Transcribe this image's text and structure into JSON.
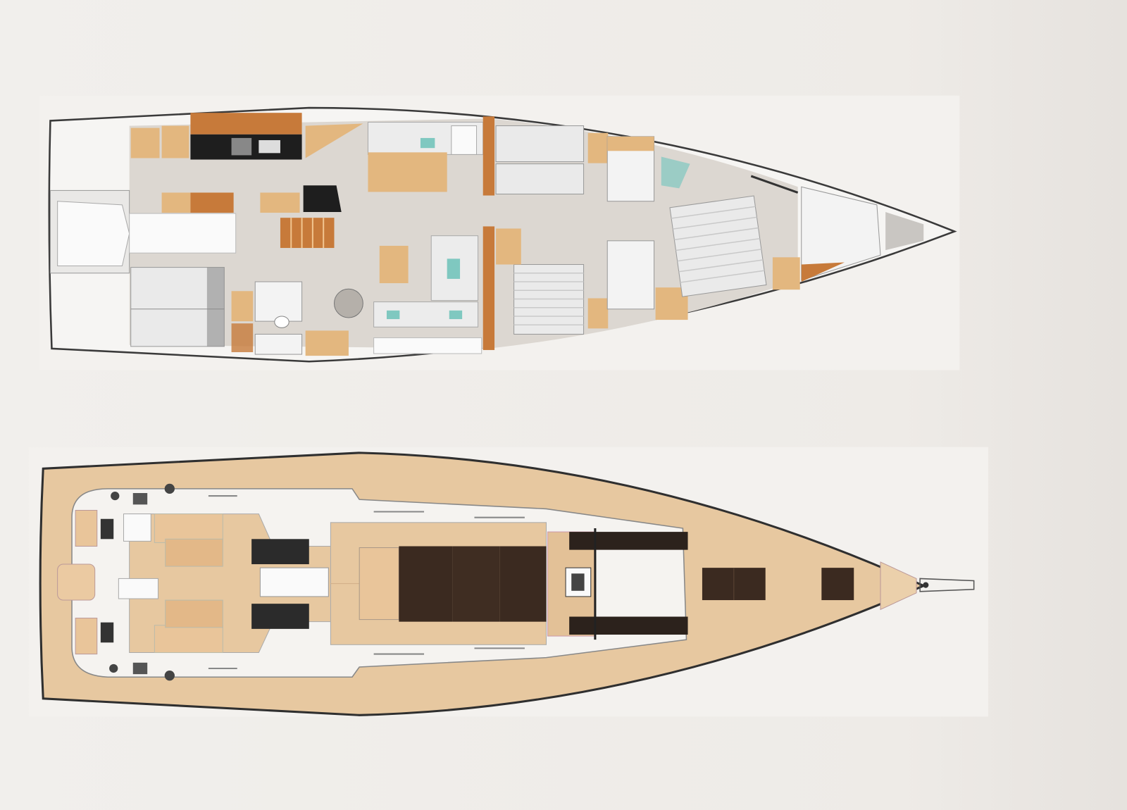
{
  "diagram": {
    "views": [
      {
        "id": "interior-layout",
        "kind": "interior deck plan"
      },
      {
        "id": "deck-layout",
        "kind": "exterior deck plan"
      }
    ],
    "colors": {
      "background": "#efece8",
      "hull_outline": "#3a3a3a",
      "interior_floor": "#dcd7d1",
      "interior_hull": "#f4f3f1",
      "wood": "#e3b77f",
      "wood_dark": "#c77a3a",
      "teak_deck": "#e7c8a0",
      "hatch_dark": "#3b2a20",
      "accent_cushion": "#7fc8c0",
      "galley_black": "#1e1e1e"
    }
  }
}
